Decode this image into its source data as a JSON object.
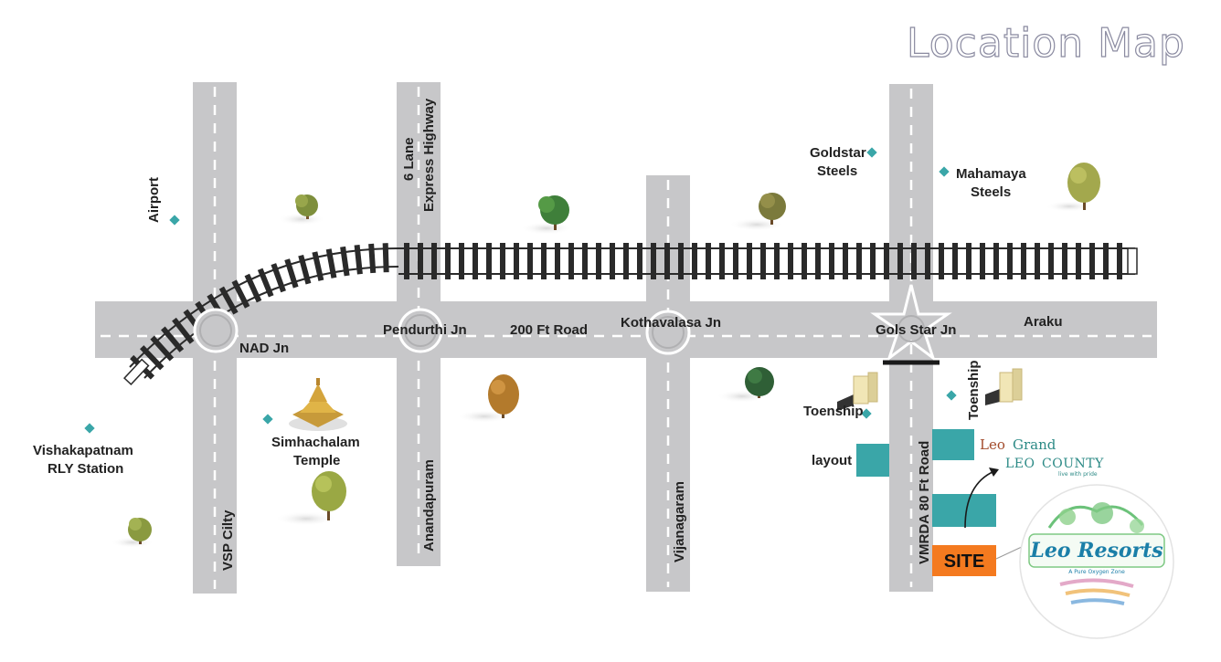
{
  "title": "Location Map",
  "colors": {
    "road": "#c7c7c9",
    "road_marking": "#ffffff",
    "rail": "#2a2a2a",
    "marker": "#3aa6a8",
    "block": "#3aa6a8",
    "site": "#f47a1f"
  },
  "roads": {
    "main_road_east": "200 Ft Road",
    "vsp_city": "VSP Cilty",
    "express_highway_line1": "6 Lane",
    "express_highway_line2": "Express Highway",
    "anandapuram": "Anandapuram",
    "vijanagaram": "Vijanagaram",
    "vmrda": "VMRDA 80 Ft Road",
    "araku": "Araku"
  },
  "junctions": {
    "nad": "NAD Jn",
    "pendurthi": "Pendurthi Jn",
    "kothavalasa": "Kothavalasa Jn",
    "gols_star": "Gols Star Jn"
  },
  "landmarks": {
    "airport": "Airport",
    "vishakapatnam_line1": "Vishakapatnam",
    "vishakapatnam_line2": "RLY Station",
    "simhachalam_line1": "Simhachalam",
    "simhachalam_line2": "Temple",
    "goldstar_line1": "Goldstar",
    "goldstar_line2": "Steels",
    "mahamaya_line1": "Mahamaya",
    "mahamaya_line2": "Steels",
    "toenship_west": "Toenship",
    "toenship_east": "Toenship",
    "layout": "layout"
  },
  "projects": {
    "leo_grand_leo": "Leo",
    "leo_grand_grand": "Grand",
    "leo_county_leo": "LEO",
    "leo_county_county": "COUNTY",
    "leo_county_tag": "live with pride",
    "site": "SITE"
  },
  "brand": {
    "name": "Leo Resorts",
    "tagline": "A Pure Oxygen Zone"
  }
}
